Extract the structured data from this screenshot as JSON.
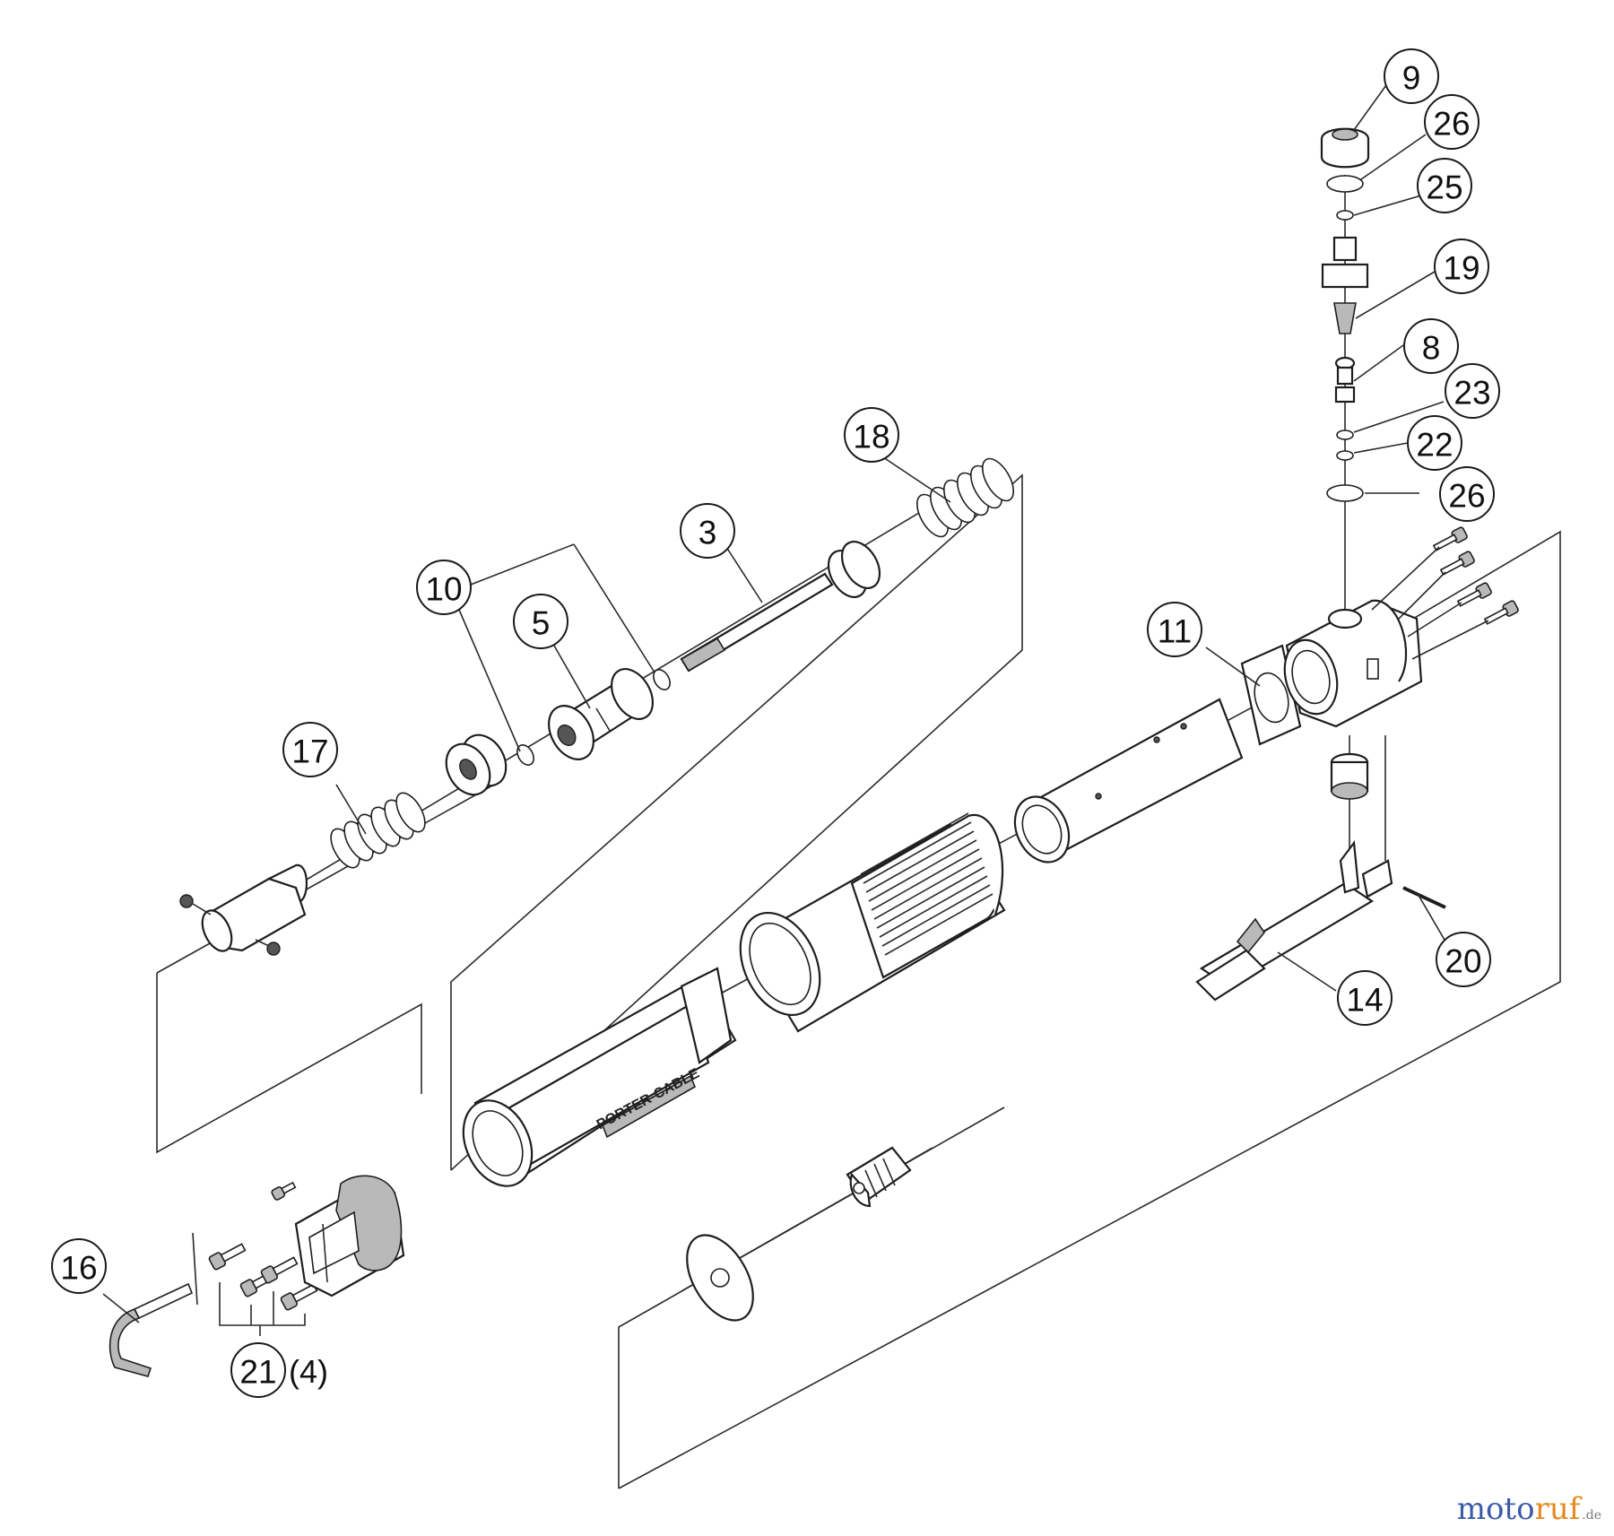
{
  "callouts": [
    "9",
    "26",
    "25",
    "19",
    "8",
    "23",
    "22",
    "26",
    "18",
    "3",
    "10",
    "5",
    "11",
    "17",
    "20",
    "14",
    "16",
    "21"
  ],
  "qty_note": "(4)",
  "brand_label": "PORTER-CABLE",
  "watermark": {
    "part1": "moto",
    "part2": "ruf",
    "suffix": ".de"
  }
}
